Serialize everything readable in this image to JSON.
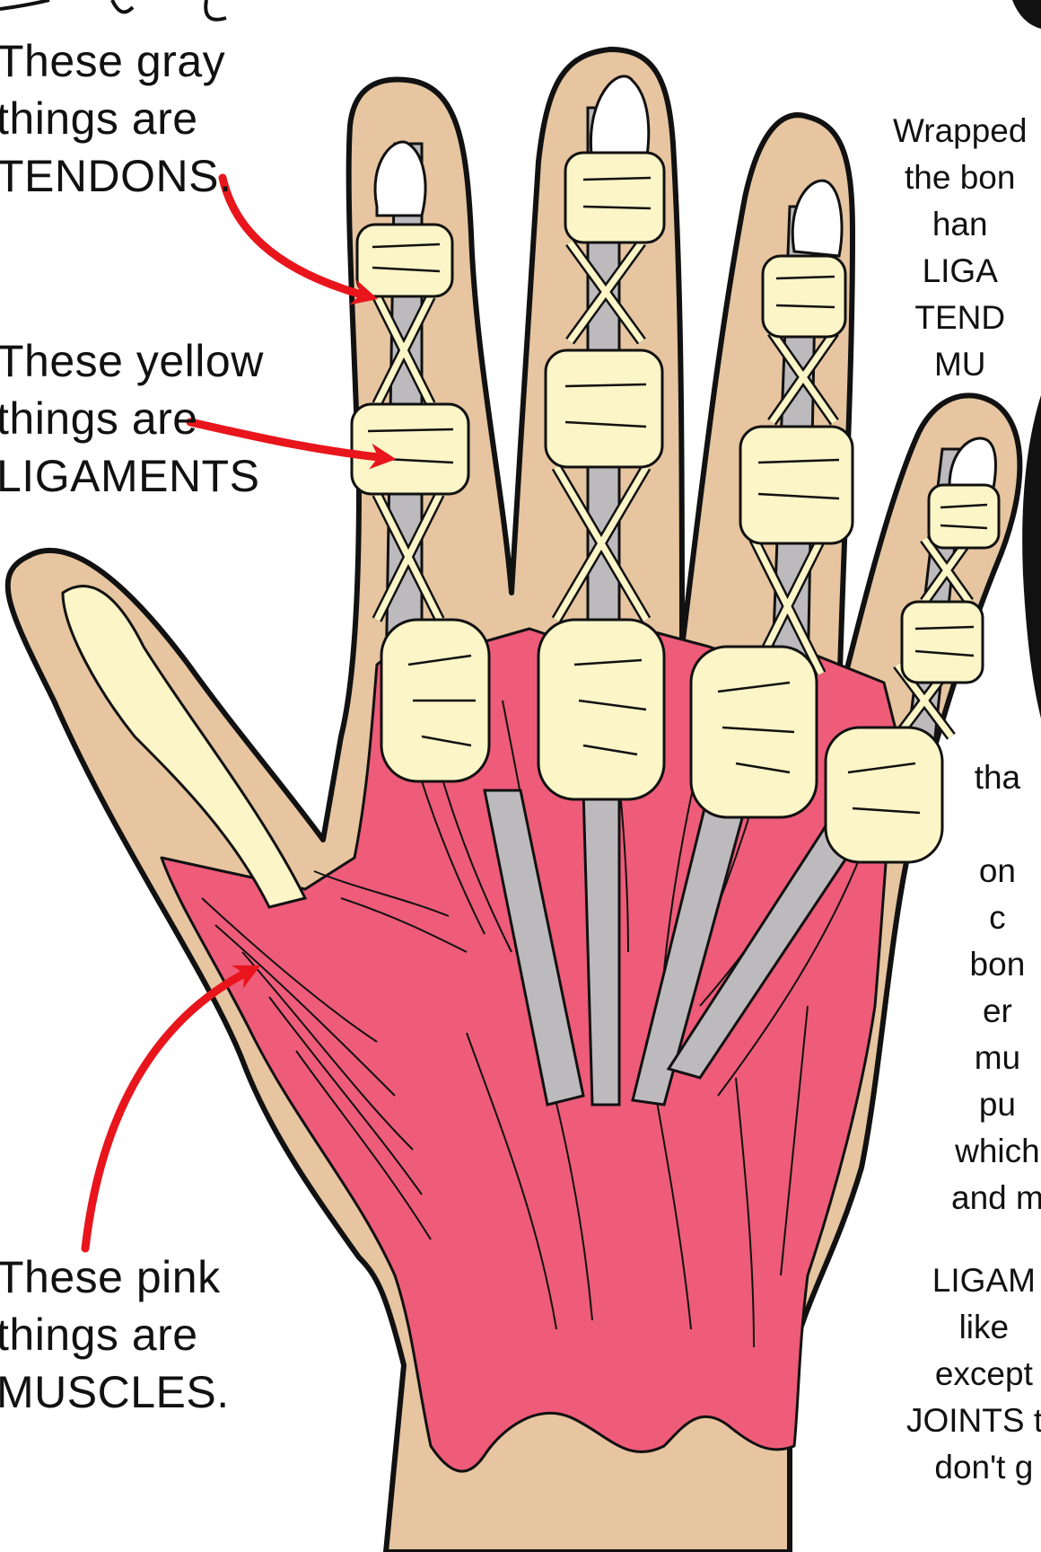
{
  "labels": {
    "tendons": [
      "These gray",
      "things are",
      "TENDONS."
    ],
    "ligaments": [
      "These yellow",
      "things are",
      "LIGAMENTS"
    ],
    "muscles": [
      "These pink",
      "things are",
      "MUSCLES."
    ]
  },
  "side_text": {
    "block1": [
      "Wrapped",
      "the bon",
      "han",
      "LIGA",
      "TEND",
      "MU"
    ],
    "block2": [
      "tha",
      "",
      "on",
      "c",
      "bon",
      "er",
      "mu",
      "pu",
      "which",
      "and m"
    ],
    "block3": [
      "LIGAM",
      "like",
      "except",
      "JOINTS to",
      "don't g"
    ]
  },
  "colors": {
    "skin": "#e6c5a0",
    "muscle": "#ee5c79",
    "tendon": "#bcbabd",
    "ligament": "#fbf5c7",
    "arrow": "#e8151c",
    "outline": "#111111"
  }
}
